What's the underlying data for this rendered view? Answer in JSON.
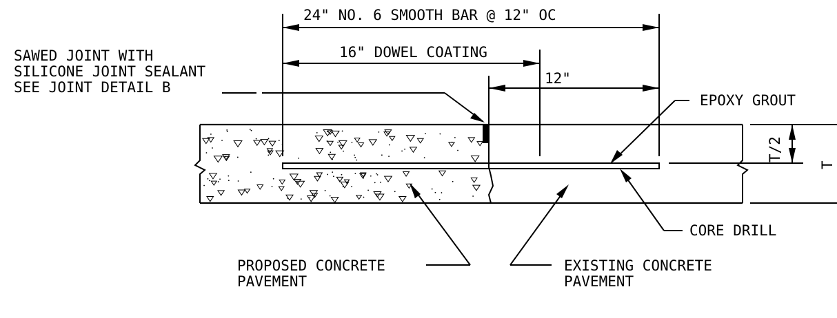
{
  "dimensions": {
    "overall_bar": "24\" NO. 6 SMOOTH BAR @ 12\" OC",
    "dowel_coating": "16\" DOWEL COATING",
    "embedment": "12\"",
    "half_thickness": "T/2",
    "thickness": "T"
  },
  "callouts": {
    "sawed_joint": [
      "SAWED JOINT WITH",
      "SILICONE JOINT SEALANT",
      "SEE JOINT DETAIL B"
    ],
    "epoxy_grout": "EPOXY GROUT",
    "core_drill": "CORE DRILL",
    "proposed_concrete": [
      "PROPOSED CONCRETE",
      "PAVEMENT"
    ],
    "existing_concrete": [
      "EXISTING CONCRETE",
      "PAVEMENT"
    ]
  }
}
